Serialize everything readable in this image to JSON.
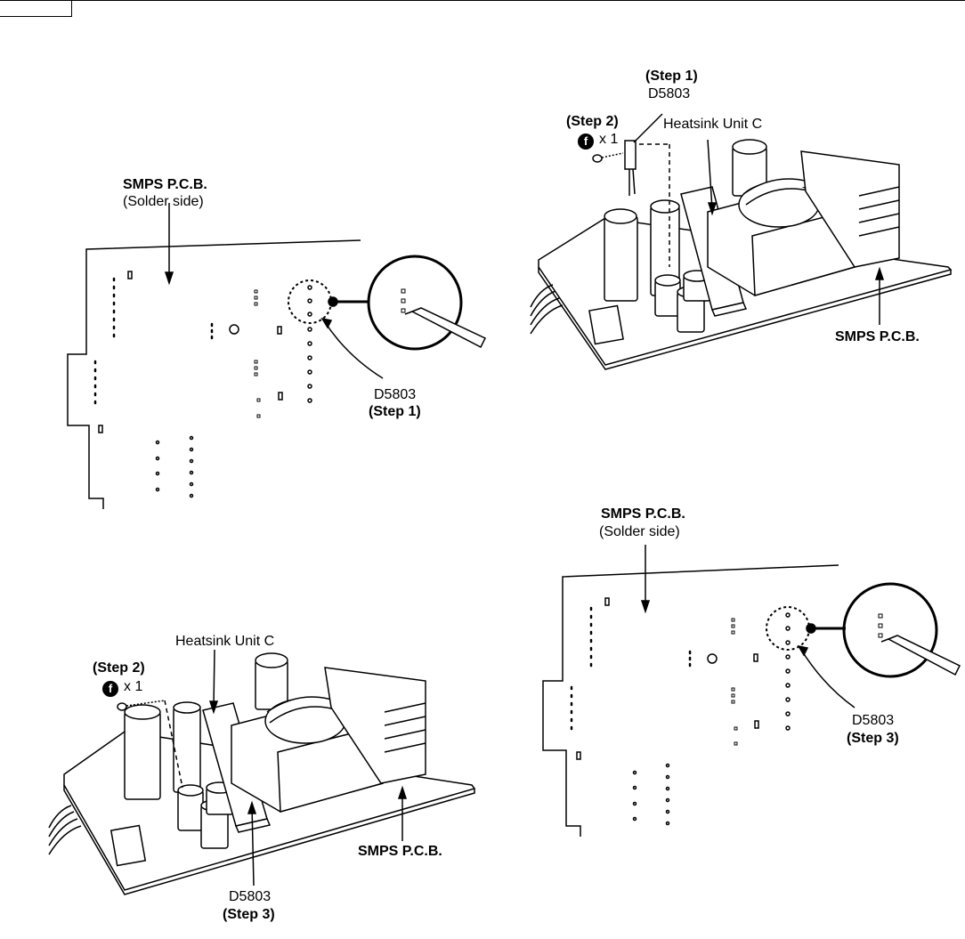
{
  "labels": {
    "tl_smps": "SMPS P.C.B.",
    "tl_solder": "(Solder side)",
    "tl_part": "D5803",
    "tl_step": "(Step 1)",
    "tr_step1": "(Step 1)",
    "tr_part": "D5803",
    "tr_step2": "(Step 2)",
    "tr_screw": "x 1",
    "tr_heatsink": "Heatsink Unit C",
    "tr_smps": "SMPS P.C.B.",
    "bl_heatsink": "Heatsink Unit C",
    "bl_step2": "(Step 2)",
    "bl_screw": "x 1",
    "bl_smps": "SMPS P.C.B.",
    "bl_part": "D5803",
    "bl_step": "(Step 3)",
    "br_smps": "SMPS P.C.B.",
    "br_solder": "(Solder side)",
    "br_part": "D5803",
    "br_step": "(Step 3)",
    "screw_icon_letter": "f"
  }
}
